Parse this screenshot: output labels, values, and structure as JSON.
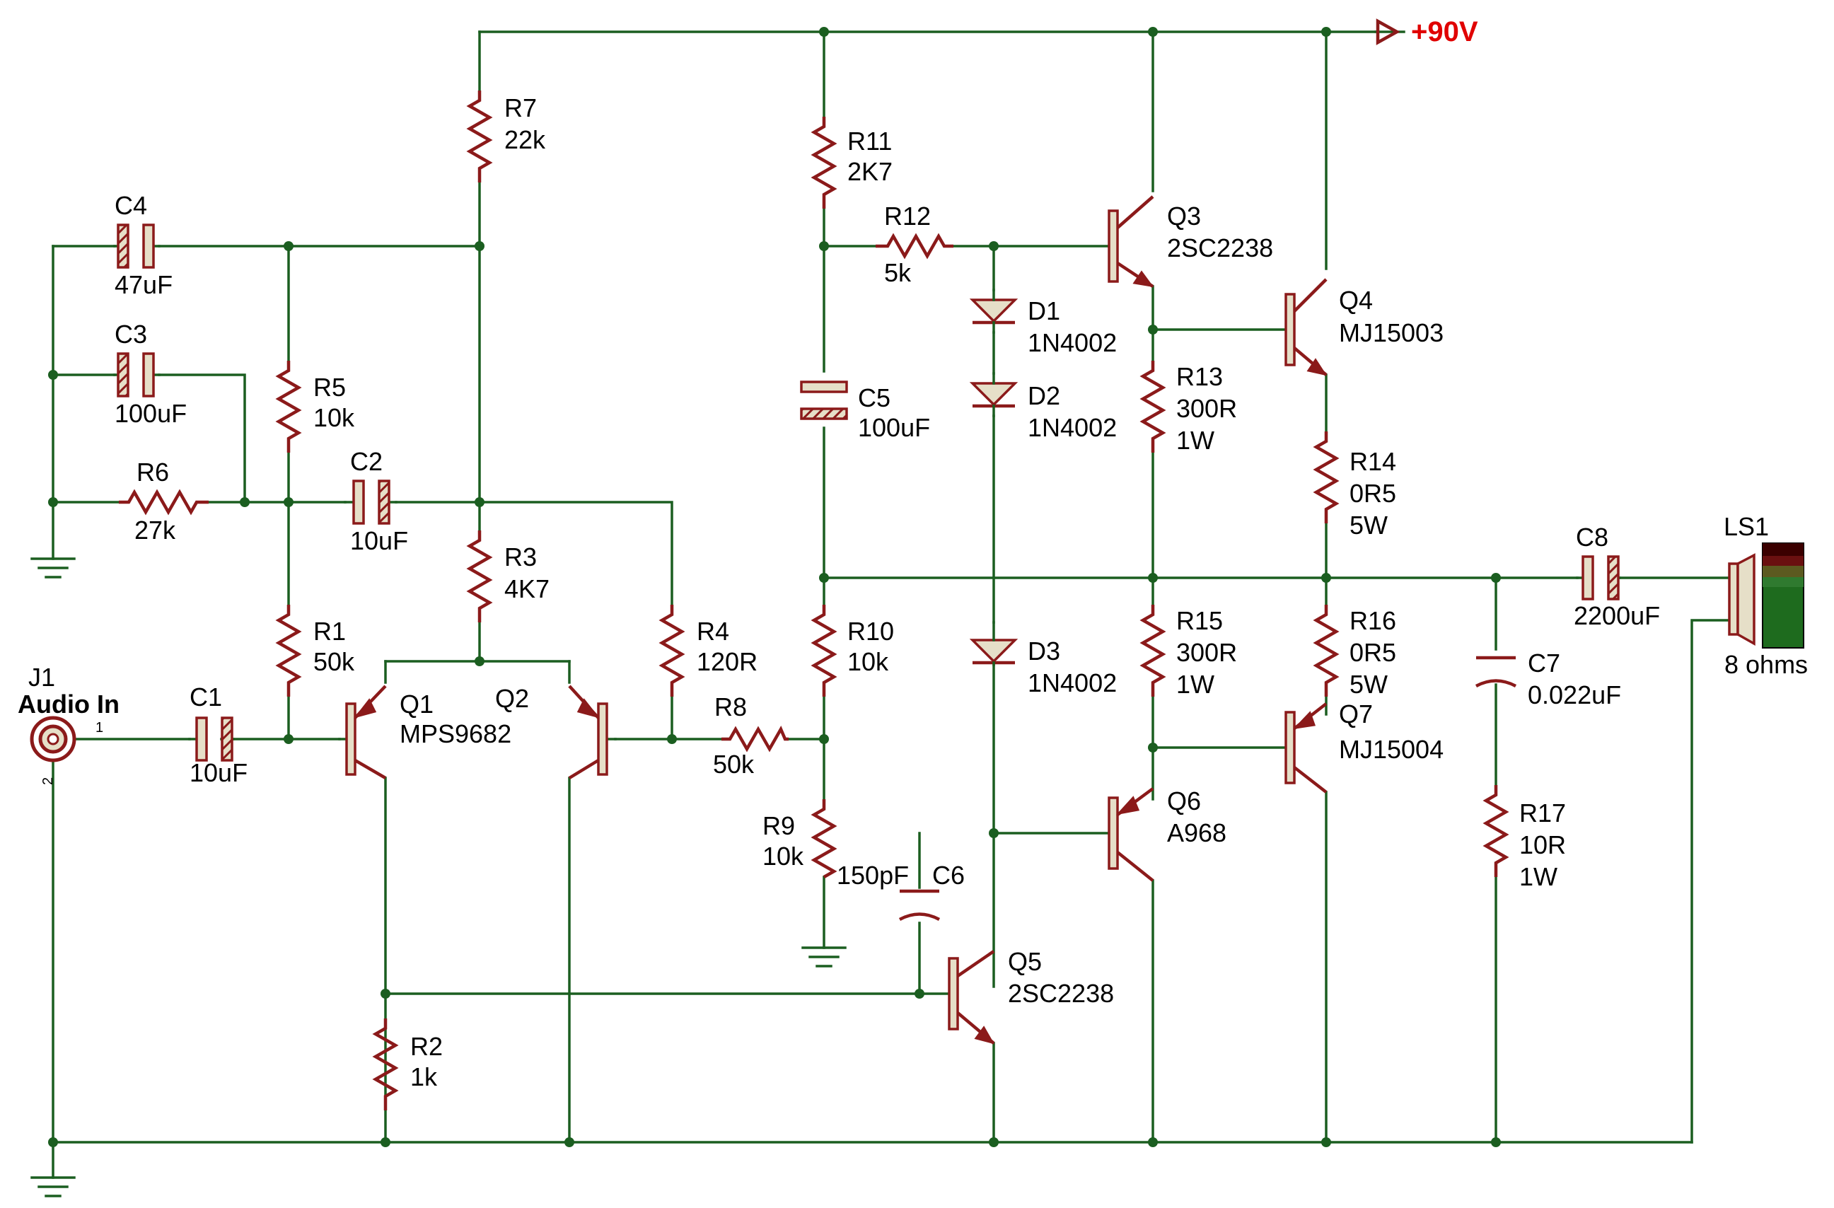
{
  "supply": {
    "label": "+90V",
    "color": "#e00000"
  },
  "colors": {
    "wire": "#1b5e20",
    "component": "#8b1a1a",
    "fill": "#e6dfc8"
  },
  "components": {
    "J1": {
      "ref": "J1",
      "value": "Audio In",
      "pin1": "1",
      "pin2": "2"
    },
    "C1": {
      "ref": "C1",
      "value": "10uF"
    },
    "C2": {
      "ref": "C2",
      "value": "10uF"
    },
    "C3": {
      "ref": "C3",
      "value": "100uF"
    },
    "C4": {
      "ref": "C4",
      "value": "47uF"
    },
    "C5": {
      "ref": "C5",
      "value": "100uF"
    },
    "C6": {
      "ref": "C6",
      "value": "150pF"
    },
    "C7": {
      "ref": "C7",
      "value": "0.022uF"
    },
    "C8": {
      "ref": "C8",
      "value": "2200uF"
    },
    "R1": {
      "ref": "R1",
      "value": "50k"
    },
    "R2": {
      "ref": "R2",
      "value": "1k"
    },
    "R3": {
      "ref": "R3",
      "value": "4K7"
    },
    "R4": {
      "ref": "R4",
      "value": "120R"
    },
    "R5": {
      "ref": "R5",
      "value": "10k"
    },
    "R6": {
      "ref": "R6",
      "value": "27k"
    },
    "R7": {
      "ref": "R7",
      "value": "22k"
    },
    "R8": {
      "ref": "R8",
      "value": "50k"
    },
    "R9": {
      "ref": "R9",
      "value": "10k"
    },
    "R10": {
      "ref": "R10",
      "value": "10k"
    },
    "R11": {
      "ref": "R11",
      "value": "2K7"
    },
    "R12": {
      "ref": "R12",
      "value": "5k"
    },
    "R13": {
      "ref": "R13",
      "value": "300R",
      "rating": "1W"
    },
    "R14": {
      "ref": "R14",
      "value": "0R5",
      "rating": "5W"
    },
    "R15": {
      "ref": "R15",
      "value": "300R",
      "rating": "1W"
    },
    "R16": {
      "ref": "R16",
      "value": "0R5",
      "rating": "5W"
    },
    "R17": {
      "ref": "R17",
      "value": "10R",
      "rating": "1W"
    },
    "D1": {
      "ref": "D1",
      "value": "1N4002"
    },
    "D2": {
      "ref": "D2",
      "value": "1N4002"
    },
    "D3": {
      "ref": "D3",
      "value": "1N4002"
    },
    "Q1": {
      "ref": "Q1",
      "value": "MPS9682"
    },
    "Q2": {
      "ref": "Q2",
      "value": ""
    },
    "Q3": {
      "ref": "Q3",
      "value": "2SC2238"
    },
    "Q4": {
      "ref": "Q4",
      "value": "MJ15003"
    },
    "Q5": {
      "ref": "Q5",
      "value": "2SC2238"
    },
    "Q6": {
      "ref": "Q6",
      "value": "A968"
    },
    "Q7": {
      "ref": "Q7",
      "value": "MJ15004"
    },
    "LS1": {
      "ref": "LS1",
      "value": "8 ohms"
    }
  }
}
